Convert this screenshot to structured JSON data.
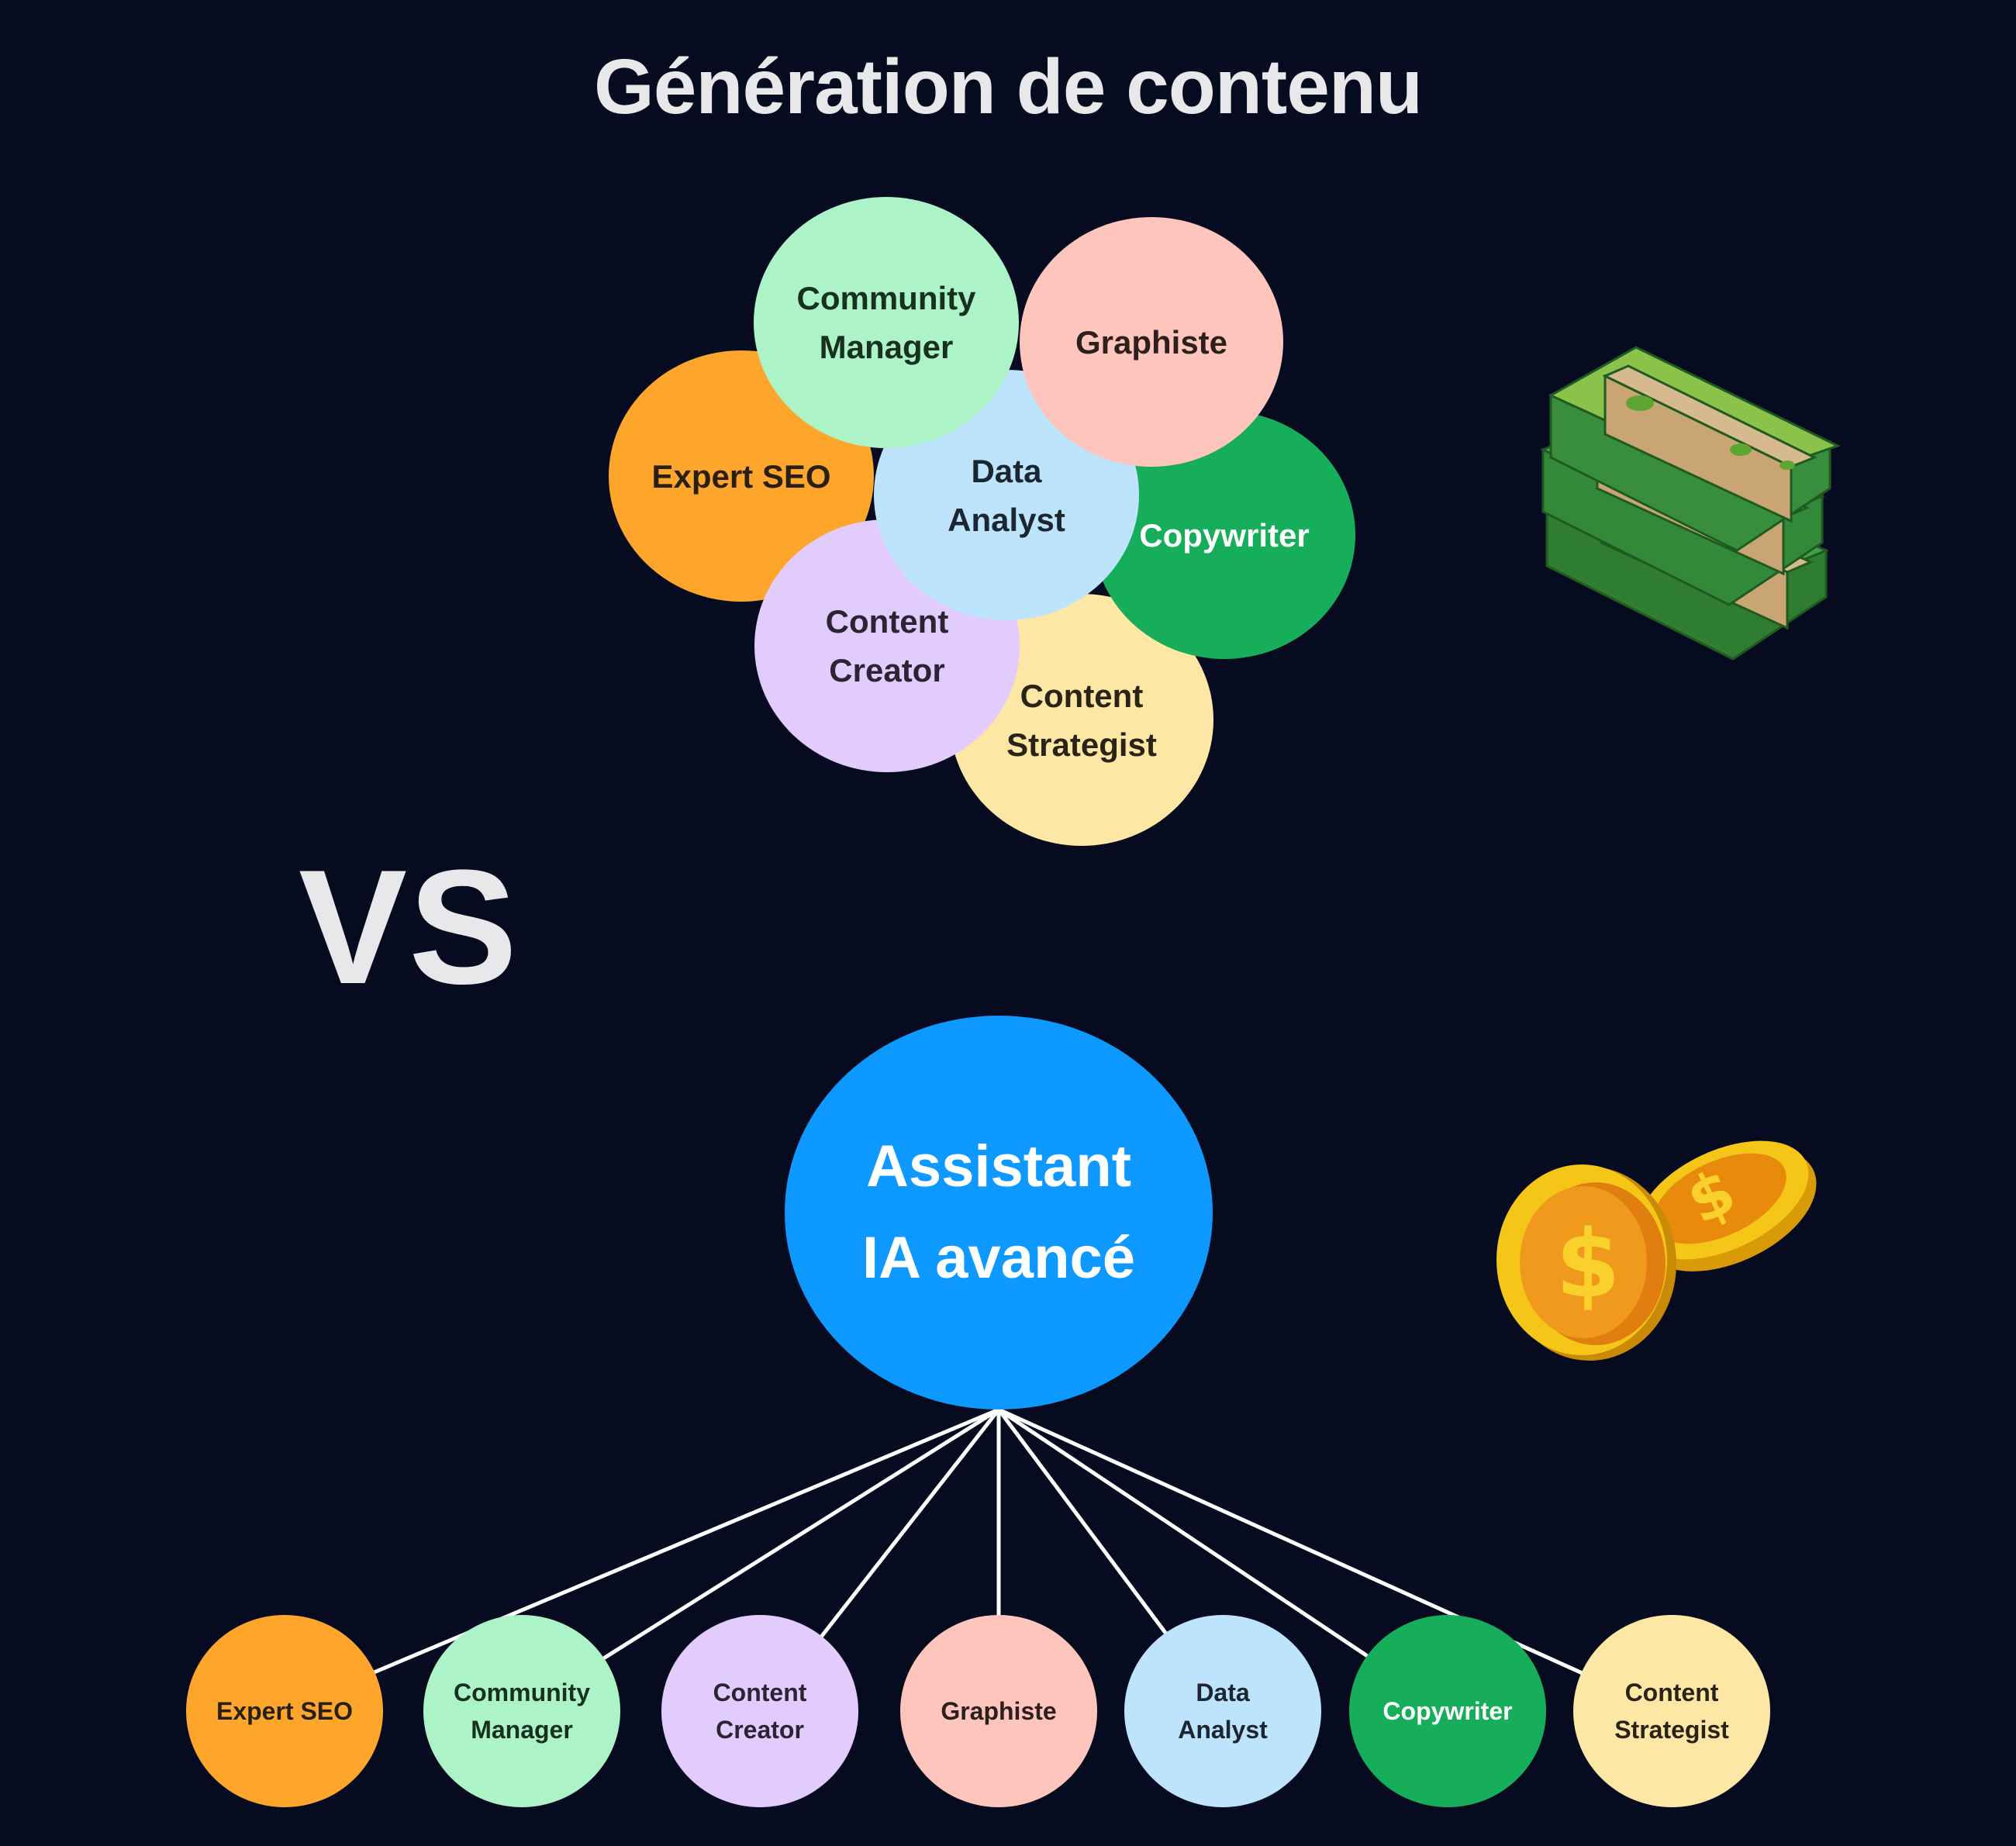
{
  "title": "Génération de contenu",
  "vs_label": "VS",
  "cluster": [
    {
      "label": "Expert SEO",
      "color": "#fea62b",
      "text_color": "#2a1f14"
    },
    {
      "label": "Content Strategist",
      "color": "#fde7a5",
      "text_color": "#2a2418"
    },
    {
      "label": "Copywriter",
      "color": "#16ae5b",
      "text_color": "#ffffff"
    },
    {
      "label": "Content Creator",
      "color": "#e2cbfd",
      "text_color": "#2b2433"
    },
    {
      "label": "Data Analyst",
      "color": "#bde3fd",
      "text_color": "#1c2630"
    },
    {
      "label": "Community Manager",
      "color": "#adf3c8",
      "text_color": "#17301f"
    },
    {
      "label": "Graphiste",
      "color": "#fec5bd",
      "text_color": "#2d1f1c"
    }
  ],
  "assistant": {
    "label": "Assistant IA avancé",
    "color": "#0d99ff"
  },
  "team": [
    {
      "label": "Expert SEO",
      "color": "#fea62b",
      "text_color": "#2a1f14"
    },
    {
      "label": "Community Manager",
      "color": "#adf3c8",
      "text_color": "#17301f"
    },
    {
      "label": "Content Creator",
      "color": "#e2cbfd",
      "text_color": "#2b2433"
    },
    {
      "label": "Graphiste",
      "color": "#fec5bd",
      "text_color": "#2d1f1c"
    },
    {
      "label": "Data Analyst",
      "color": "#bde3fd",
      "text_color": "#1c2630"
    },
    {
      "label": "Copywriter",
      "color": "#16ae5b",
      "text_color": "#ffffff"
    },
    {
      "label": "Content Strategist",
      "color": "#fde7a5",
      "text_color": "#2a2418"
    }
  ],
  "icons": {
    "high_cost": "money-stack-icon",
    "low_cost": "coins-icon"
  }
}
